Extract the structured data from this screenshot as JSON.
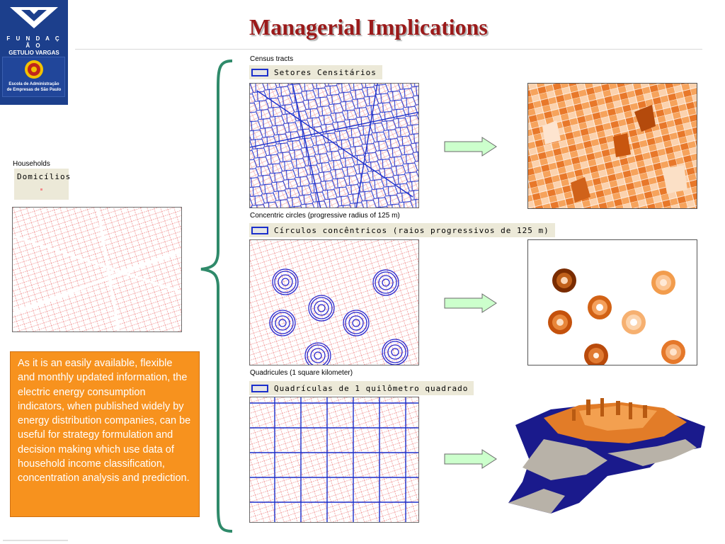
{
  "title": "Managerial Implications",
  "logo": {
    "line1": "F U N D A Ç Ã O",
    "line2": "GETULIO VARGAS",
    "school_line1": "Escola de Administração",
    "school_line2": "de Empresas de São Paulo"
  },
  "households": {
    "caption": "Households",
    "legend": "Domicílios"
  },
  "census": {
    "caption": "Census tracts",
    "legend": "Setores Censitários"
  },
  "circles": {
    "caption": "Concentric circles (progressive radius of 125 m)",
    "legend": "Círculos concêntricos (raios progressivos de 125 m)"
  },
  "quadricules": {
    "caption": "Quadricules (1 square kilometer)",
    "legend": "Quadrículas de 1 quilômetro quadrado"
  },
  "info_text": "As it is an easily available, flexible and monthly updated information, the electric energy consumption indicators, when published widely by energy distribution companies, can be useful for strategy formulation and decision making which use data of household income classification, concentration analysis and prediction.",
  "colors": {
    "title": "#9b1a1a",
    "info_box": "#f7921e",
    "household_points": "#f28c8c",
    "tract_lines": "#1b2fcc",
    "arrow_fill": "#ccffcc",
    "brace": "#2f8a6a"
  }
}
